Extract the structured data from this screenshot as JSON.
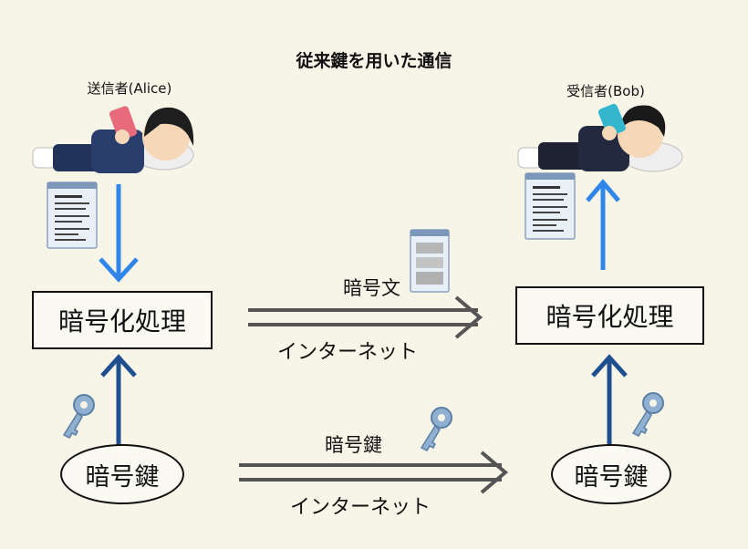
{
  "title": "従来鍵を用いた通信",
  "sender": {
    "label": "送信者(Alice)",
    "process_box": "暗号化処理",
    "key_label": "暗号鍵"
  },
  "receiver": {
    "label": "受信者(Bob)",
    "process_box": "暗号化処理",
    "key_label": "暗号鍵"
  },
  "channels": {
    "ciphertext": {
      "label": "暗号文",
      "medium": "インターネット"
    },
    "key": {
      "label": "暗号鍵",
      "medium": "インターネット"
    }
  },
  "colors": {
    "background": "#f7f5e8",
    "flow_arrow_light": "#2f86e8",
    "flow_arrow_dark": "#1f4f8f",
    "channel_arrow": "#555555",
    "key_icon": "#7fa6c8"
  }
}
